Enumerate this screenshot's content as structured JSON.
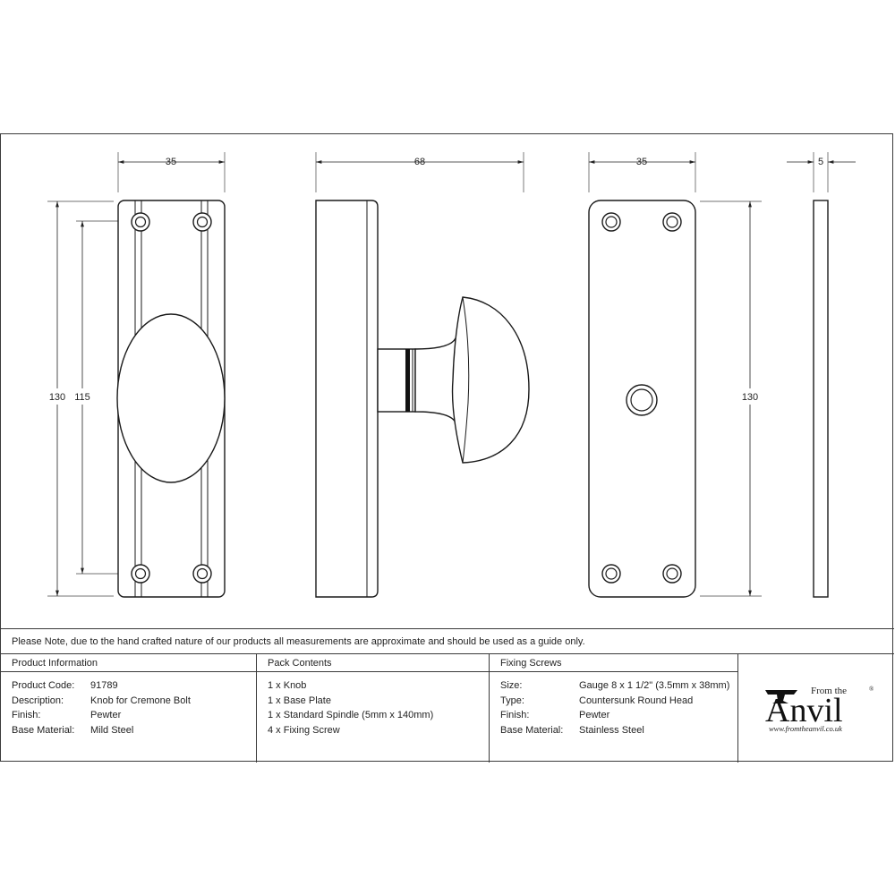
{
  "dimensions": {
    "front_width": "35",
    "side_width": "68",
    "back_width": "35",
    "edge_width": "5",
    "front_height": "130",
    "front_hole_spacing": "115",
    "back_height": "130"
  },
  "note": "Please Note, due to the hand crafted nature of our products all measurements are approximate and should be used as a guide only.",
  "product_information": {
    "heading": "Product Information",
    "rows": [
      {
        "label": "Product Code:",
        "value": "91789"
      },
      {
        "label": "Description:",
        "value": "Knob for Cremone Bolt"
      },
      {
        "label": "Finish:",
        "value": "Pewter"
      },
      {
        "label": "Base Material:",
        "value": "Mild Steel"
      }
    ]
  },
  "pack_contents": {
    "heading": "Pack Contents",
    "items": [
      "1 x Knob",
      "1 x Base Plate",
      "1 x Standard Spindle (5mm x 140mm)",
      "4 x Fixing Screw"
    ]
  },
  "fixing_screws": {
    "heading": "Fixing Screws",
    "rows": [
      {
        "label": "Size:",
        "value": "Gauge 8 x 1 1/2\" (3.5mm x 38mm)"
      },
      {
        "label": "Type:",
        "value": "Countersunk Round Head"
      },
      {
        "label": "Finish:",
        "value": "Pewter"
      },
      {
        "label": "Base Material:",
        "value": "Stainless Steel"
      }
    ]
  },
  "logo": {
    "from_the": "From the",
    "brand": "Anvil",
    "registered": "®",
    "url": "www.fromtheanvil.co.uk"
  }
}
